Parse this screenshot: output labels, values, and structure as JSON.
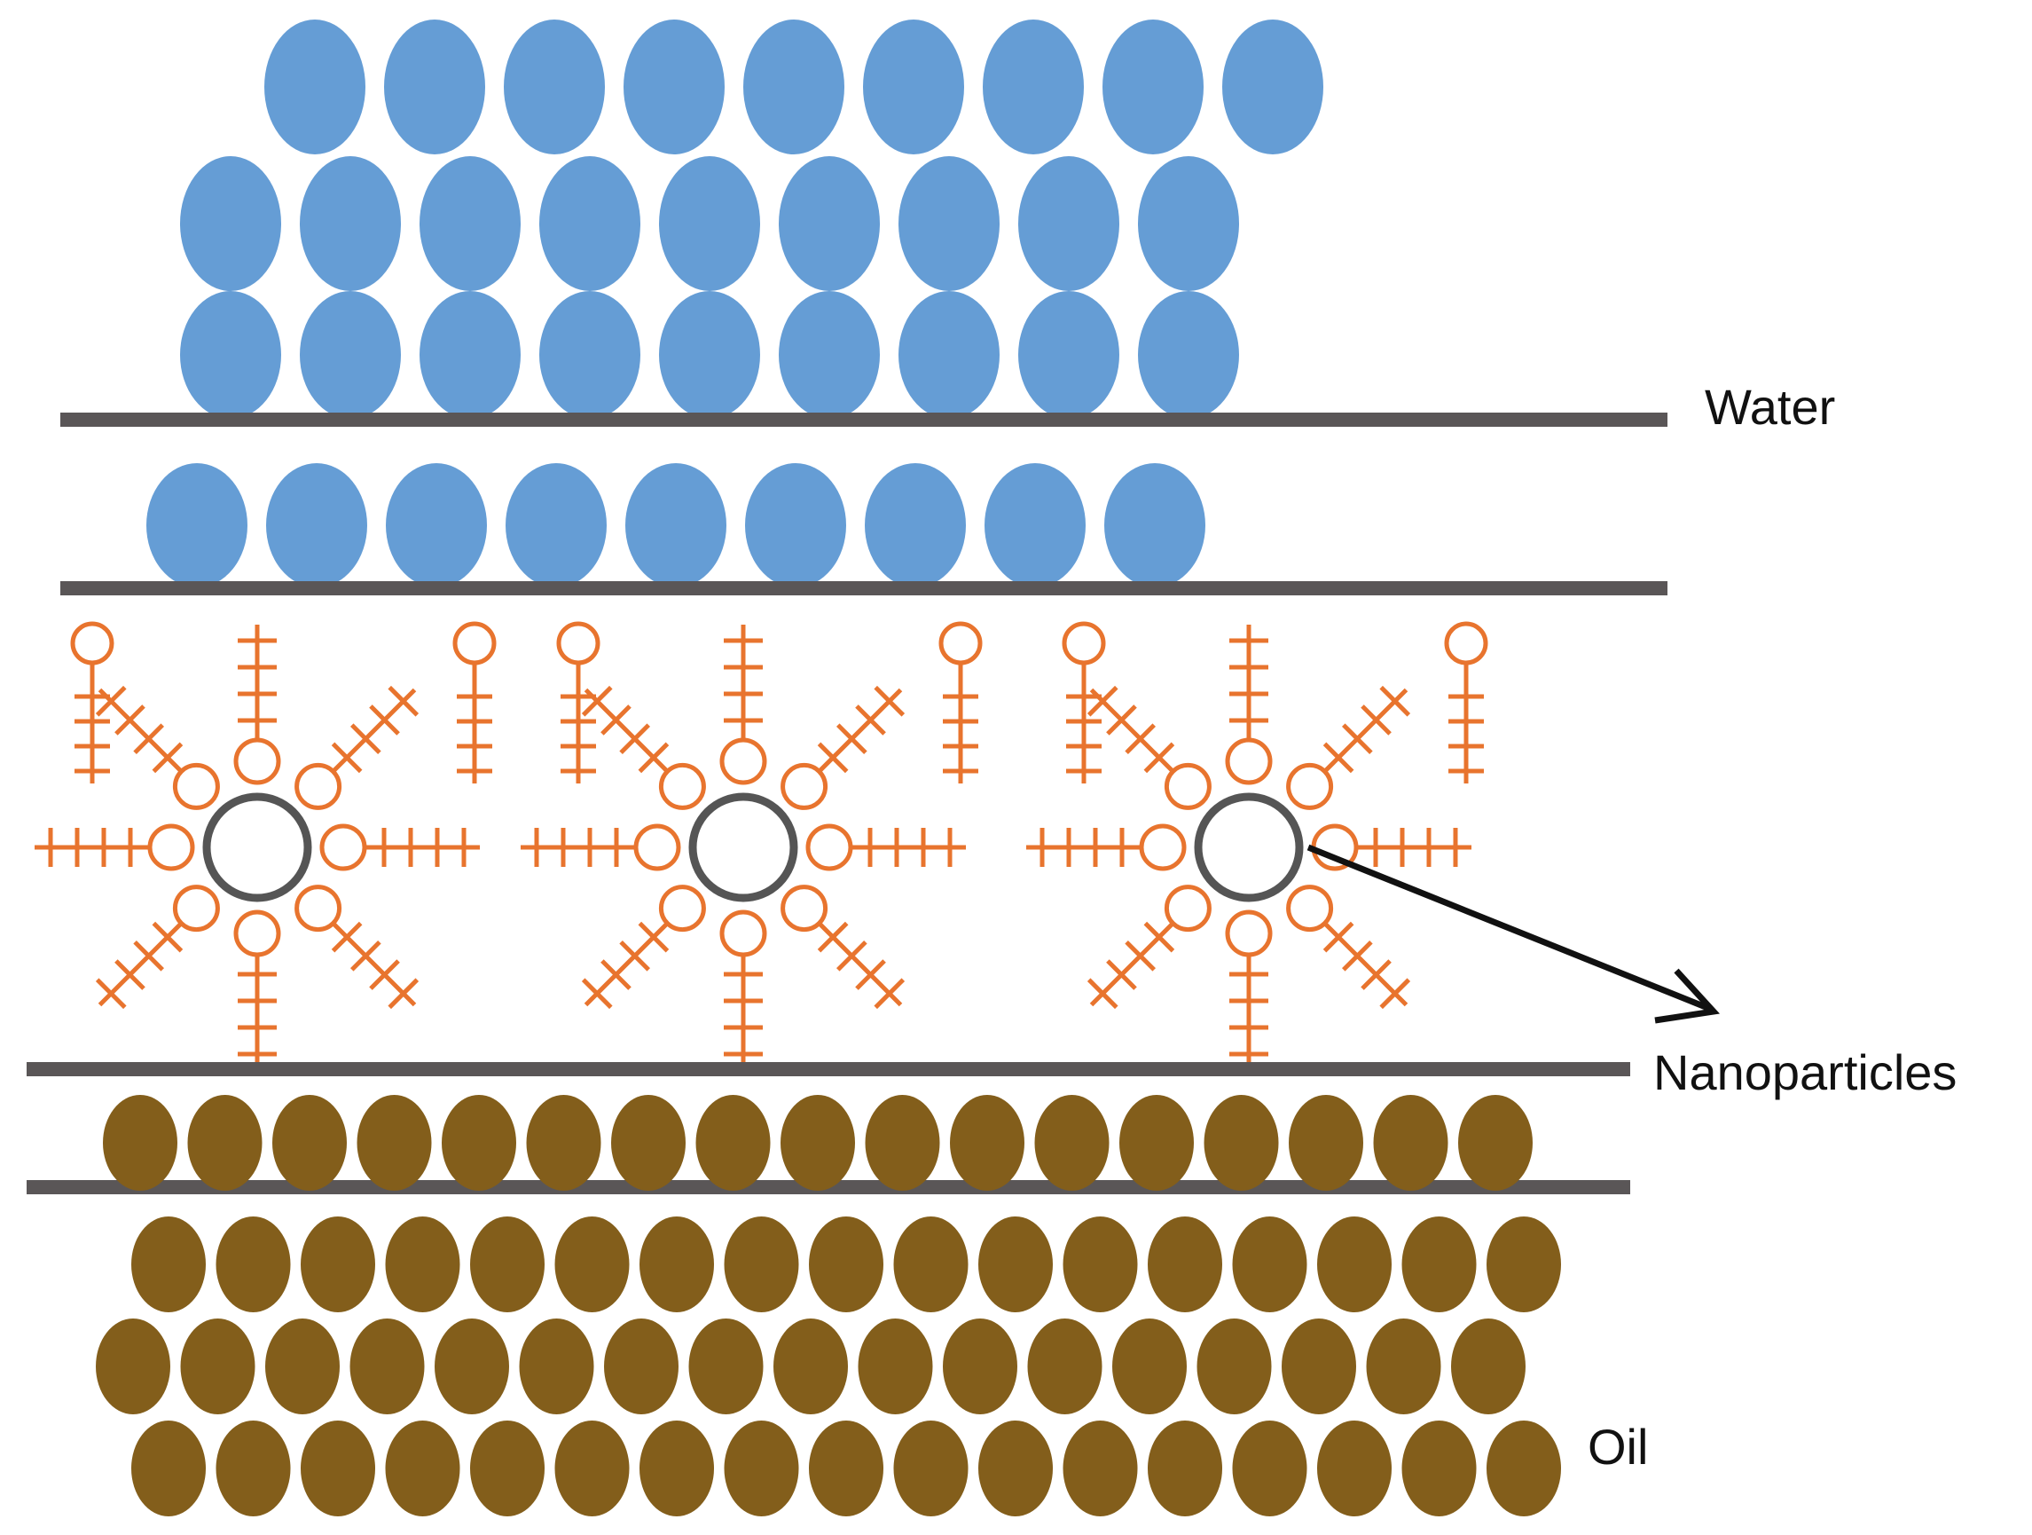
{
  "labels": {
    "water": "Water",
    "nanoparticles": "Nanoparticles",
    "oil": "Oil"
  },
  "colors": {
    "water": "#659dd5",
    "oil": "#835e1b",
    "boundary": "#5a5657",
    "surfactant": "#e8742e",
    "core": "#555555",
    "arrow": "#111111"
  },
  "nanoparticle_count": 3,
  "ligands_per_particle": 8
}
